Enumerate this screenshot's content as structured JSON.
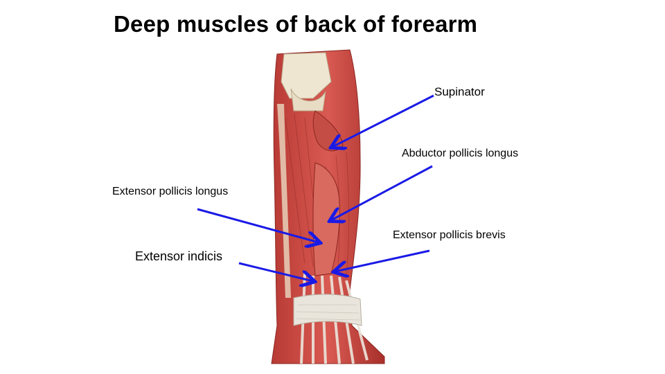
{
  "title": "Deep muscles of back of forearm",
  "labels": {
    "supinator": "Supinator",
    "abductor_pollicis_longus": "Abductor pollicis longus",
    "extensor_pollicis_longus": "Extensor pollicis longus",
    "extensor_pollicis_brevis": "Extensor pollicis brevis",
    "extensor_indicis": "Extensor indicis"
  },
  "colors": {
    "arrow": "#1a1ae6",
    "muscle": "#c8453e",
    "muscle_dark": "#9c2a26",
    "tendon": "#e6e0d8",
    "bone": "#efe6d2"
  }
}
